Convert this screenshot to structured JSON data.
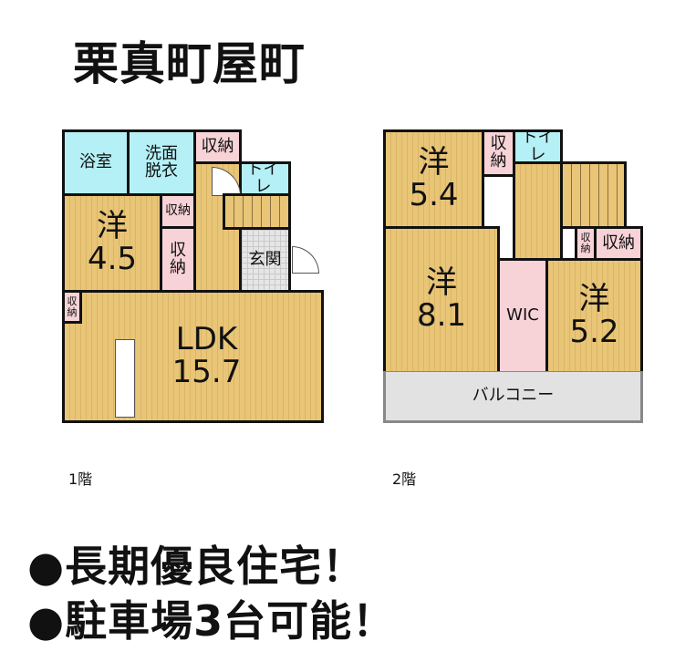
{
  "title": "栗真町屋町",
  "floor1": {
    "label": "1階",
    "rooms": {
      "bath": "浴室",
      "washroom": "洗面\n脱衣",
      "storage_top": "収納",
      "toilet": "トイレ",
      "western_name": "洋",
      "western_size": "4.5",
      "storage_small": "収納",
      "storage_tall": "収\n納",
      "entrance": "玄関",
      "ldk_storage": "収\n納",
      "ldk_name": "LDK",
      "ldk_size": "15.7"
    }
  },
  "floor2": {
    "label": "2階",
    "rooms": {
      "w1_name": "洋",
      "w1_size": "5.4",
      "storage1": "収\n納",
      "toilet": "トイレ",
      "w2_name": "洋",
      "w2_size": "8.1",
      "wic": "WIC",
      "storage_small": "収\n納",
      "storage2": "収納",
      "w3_name": "洋",
      "w3_size": "5.2",
      "balcony": "バルコニー"
    }
  },
  "features": [
    "●長期優良住宅！",
    "●駐車場3台可能！"
  ]
}
